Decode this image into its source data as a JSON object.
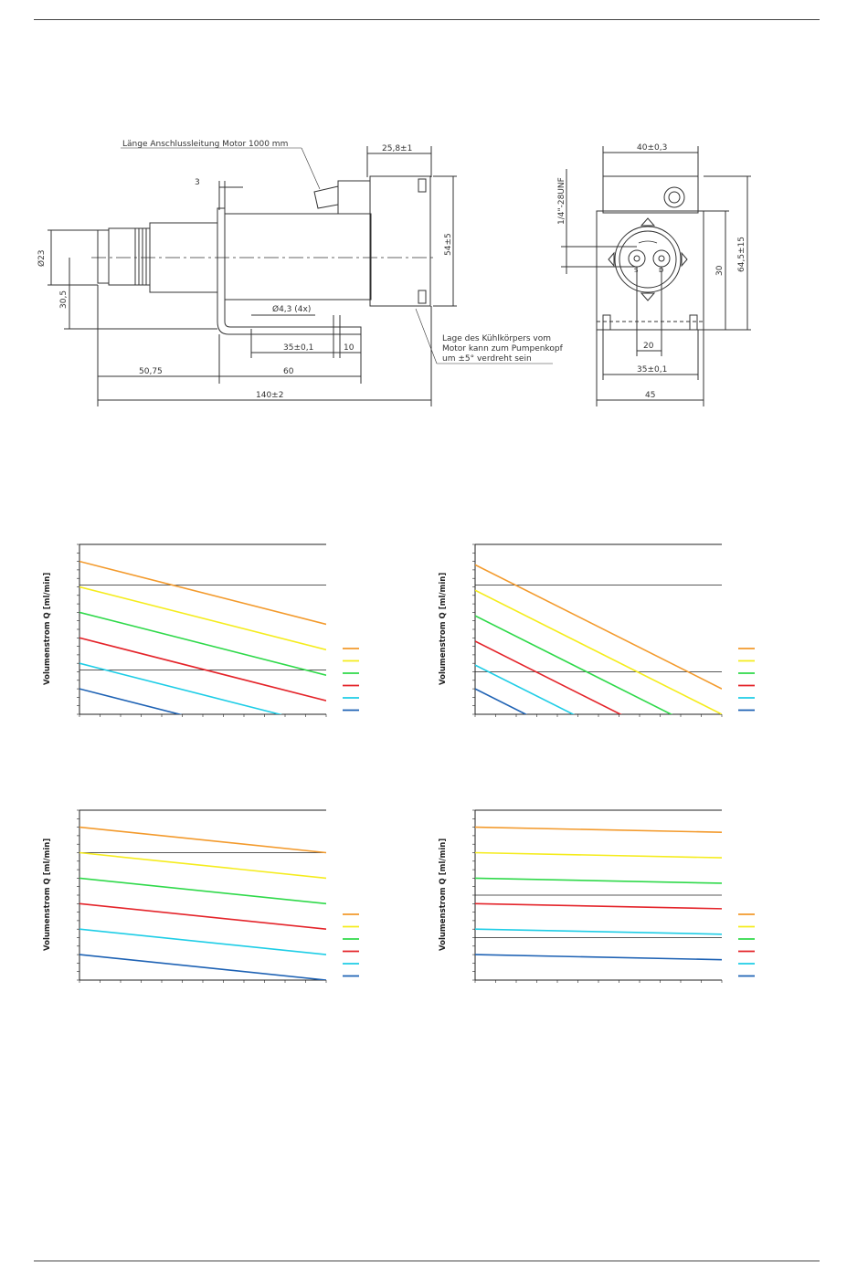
{
  "drawing": {
    "notes": {
      "cable_length": "Länge Anschlussleitung Motor 1000 mm",
      "heatsink_note_1": "Lage des Kühlkörpers vom",
      "heatsink_note_2": "Motor kann zum Pumpenkopf",
      "heatsink_note_3": "um ±5° verdreht sein"
    },
    "dims": {
      "d_25_8": "25,8±1",
      "d_3": "3",
      "d_23": "Ø23",
      "d_30_5": "30,5",
      "d_54": "54±5",
      "d_hole": "Ø4,3 (4x)",
      "d_35_left": "35±0,1",
      "d_10_left": "10",
      "d_50_75": "50,75",
      "d_60": "60",
      "d_140": "140±2",
      "d_40": "40±0,3",
      "d_thread": "1/4\"-28UNF",
      "d_64_5": "64,5±15",
      "d_30_right": "30",
      "d_20": "20",
      "d_35_right": "35±0,1",
      "d_45": "45",
      "port_s": "S",
      "port_d": "D"
    }
  },
  "colors": {
    "orange": "#f39a2c",
    "yellow": "#f5ec1d",
    "green": "#2fd94a",
    "red": "#e4242a",
    "cyan": "#1ecde6",
    "blue": "#1e62b4"
  },
  "charts": [
    {
      "ylabel": "Volumenstrom Q [ml/min]",
      "series_start": [
        0.9,
        0.75,
        0.6,
        0.45,
        0.3,
        0.15
      ],
      "series_end": [
        0.53,
        0.38,
        0.23,
        0.08,
        -0.07,
        -0.22
      ],
      "hlines": [
        0.76,
        0.26
      ]
    },
    {
      "ylabel": "Volumenstrom Q [ml/min]",
      "series_start": [
        0.88,
        0.73,
        0.58,
        0.43,
        0.29,
        0.15
      ],
      "series_end": [
        0.15,
        0.0,
        -0.15,
        -0.3,
        -0.44,
        -0.58
      ],
      "hlines": [
        0.76,
        0.25
      ]
    },
    {
      "ylabel": "Volumenstrom Q [ml/min]",
      "series_start": [
        0.9,
        0.75,
        0.6,
        0.45,
        0.3,
        0.15
      ],
      "series_end": [
        0.75,
        0.6,
        0.45,
        0.3,
        0.15,
        0.0
      ],
      "hlines": [
        0.75
      ]
    },
    {
      "ylabel": "Volumenstrom Q [ml/min]",
      "series_start": [
        0.9,
        0.75,
        0.6,
        0.45,
        0.3,
        0.15
      ],
      "series_end": [
        0.87,
        0.72,
        0.57,
        0.42,
        0.27,
        0.12
      ],
      "hlines": [
        0.5,
        0.25
      ]
    }
  ]
}
